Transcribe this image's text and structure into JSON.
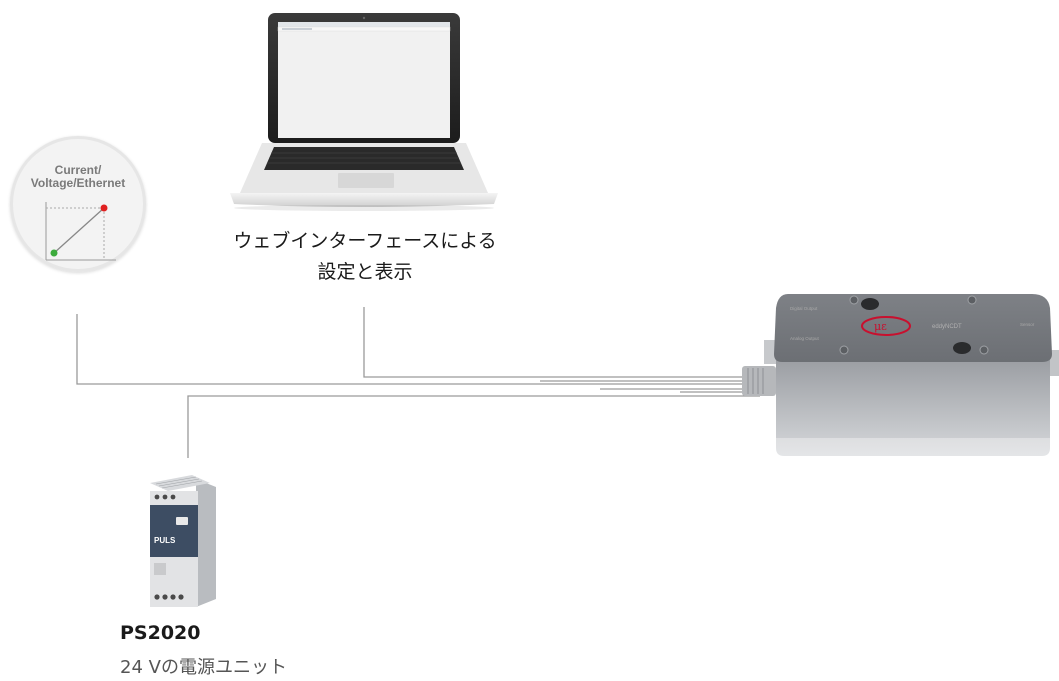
{
  "output_badge": {
    "title": "Current/\nVoltage/Ethernet",
    "icon": "linear-output-graph-icon",
    "colors": {
      "start_point": "#3cab3c",
      "end_point": "#e02020",
      "line": "#888888"
    }
  },
  "laptop": {
    "icon": "laptop-icon",
    "caption_line1": "ウェブインターフェースによる",
    "caption_line2": "設定と表示"
  },
  "power_supply": {
    "icon": "din-rail-power-supply-icon",
    "brand": "PULS",
    "model": "PS2020",
    "description": "24 Vの電源ユニット"
  },
  "controller": {
    "icon": "sensor-controller-box-icon",
    "brand_label": "eddyNCDT",
    "logo_color": "#c8102e",
    "labels": [
      "Digital Output",
      "Analog Output",
      "Sensor"
    ]
  },
  "wires": {
    "color": "#9a9a9a"
  }
}
